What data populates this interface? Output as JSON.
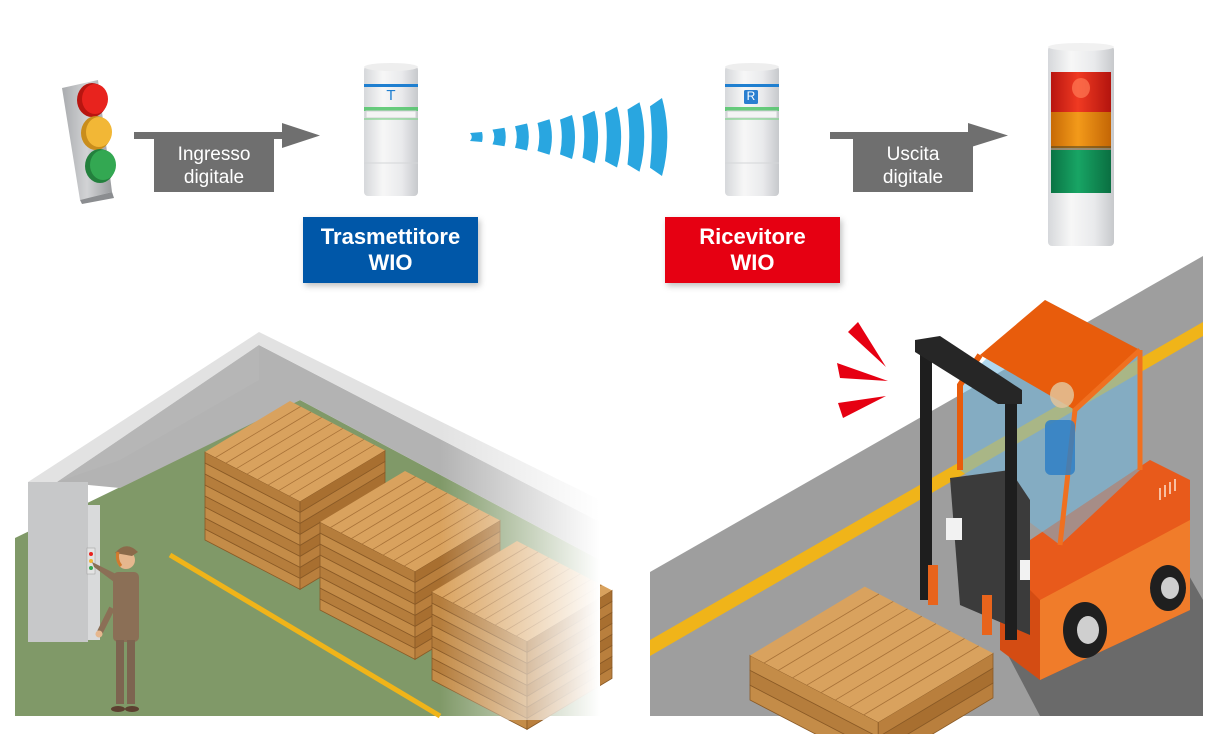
{
  "diagram": {
    "title": "Sistema di segnalazione wireless WIO",
    "input_arrow": {
      "line1": "Ingresso",
      "line2": "digitale"
    },
    "output_arrow": {
      "line1": "Uscita",
      "line2": "digitale"
    },
    "transmitter": {
      "line1": "Trasmettitore",
      "line2": "WIO",
      "badge": "T",
      "color": "#0057a8"
    },
    "receiver": {
      "line1": "Ricevitore",
      "line2": "WIO",
      "badge": "R",
      "color": "#e60012"
    },
    "signal_color": "#29a6e0",
    "signal_bars": 9,
    "stack_light_colors": [
      "#e8321e",
      "#f08c10",
      "#11985a"
    ],
    "traffic_light_colors": [
      "#e8231e",
      "#f2b736",
      "#33a852"
    ],
    "scenes": {
      "left": "Magazzino con operatore al pannello e pallet",
      "right": "Carrello elevatore con avviso lampeggiante"
    }
  }
}
